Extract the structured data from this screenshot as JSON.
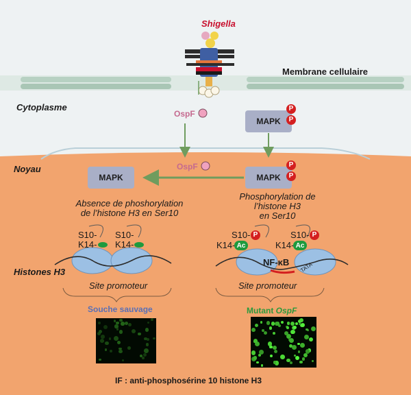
{
  "labels": {
    "shigella": "Shigella",
    "membrane": "Membrane cellulaire",
    "cytoplasme": "Cytoplasme",
    "noyau": "Noyau",
    "histones": "Histones H3",
    "ospf_top": "OspF",
    "ospf_mid": "OspF",
    "mapk_top": "MAPK",
    "mapk_right": "MAPK",
    "mapk_left": "MAPK",
    "p": "P",
    "ac": "Ac",
    "absence_line1": "Absence de phoshorylation",
    "absence_line2": "de l’histone H3 en Ser10",
    "phospho_line1": "Phosphorylation de",
    "phospho_line2": "l’histone H3",
    "phospho_line3": "en Ser10",
    "s10": "S10-",
    "k14": "K14-",
    "nfkb": "NF-κB",
    "tata": "TATA",
    "site_left": "Site promoteur",
    "site_right": "Site promoteur",
    "souche": "Souche sauvage",
    "mutant_prefix": "Mutant ",
    "mutant_italic": "OspF",
    "caption": "IF : anti-phosphosérine 10 histone H3"
  },
  "colors": {
    "nucleus": "#f2a46e",
    "cytoplasm": "#e6eef1",
    "membrane": "#bcd3c6",
    "shigella_red": "#c8102e",
    "ospf_pink": "#c56a8f",
    "mapk_box": "#a9afc7",
    "phospho_red": "#d42020",
    "acetyl_green": "#1e9a3e",
    "souche_blue": "#5a6fb5",
    "mutant_green": "#2b9a3c",
    "arrow_green": "#6f9c5e",
    "nucleosome_blue": "#9cc0e4"
  }
}
